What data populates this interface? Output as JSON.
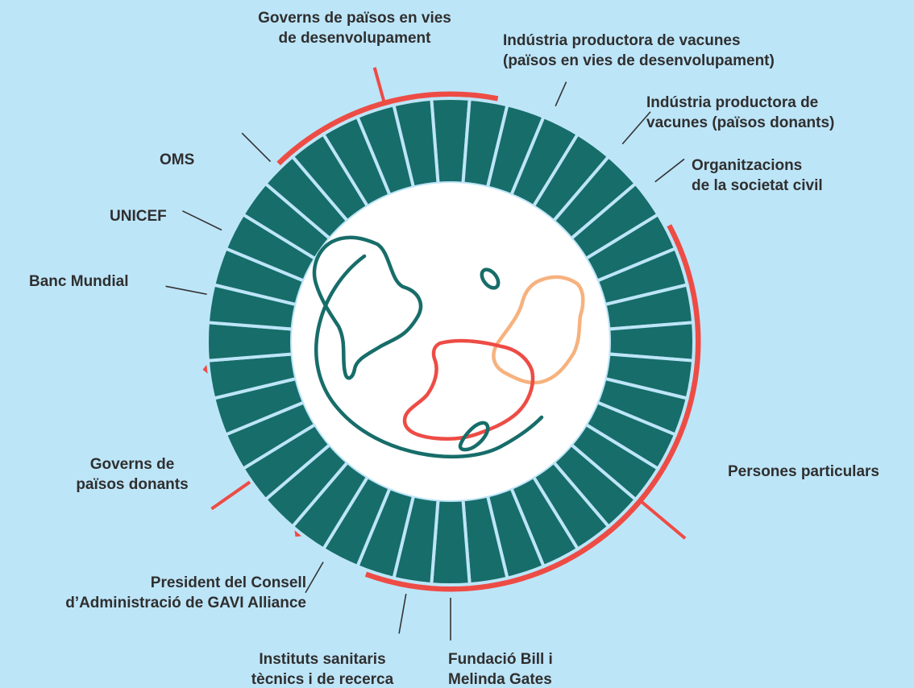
{
  "colors": {
    "background": "#bde5f8",
    "segment_fill": "#176d69",
    "segment_gap": "#bde5f8",
    "red_accent": "#ed4c45",
    "orange_accent": "#f6b27e",
    "globe_fill": "#ffffff",
    "label_text": "#2f2f2f",
    "leader_line": "#333333"
  },
  "ring": {
    "segment_count": 40
  },
  "labels": {
    "governs_dev": [
      "Governs de països en vies",
      "de desenvolupament"
    ],
    "industria_dev": [
      "Indústria productora de vacunes",
      "(països en vies de desenvolupament)"
    ],
    "industria_donants": [
      "Indústria productora de",
      "vacunes (països donants)"
    ],
    "organitzacions": [
      "Organitzacions",
      "de la societat civil"
    ],
    "oms": [
      "OMS"
    ],
    "unicef": [
      "UNICEF"
    ],
    "banc_mundial": [
      "Banc Mundial"
    ],
    "persones": [
      "Persones particulars"
    ],
    "governs_donants": [
      "Governs de",
      "països donants"
    ],
    "president": [
      "President del Consell",
      "d’Administració de GAVI Alliance"
    ],
    "instituts": [
      "Instituts sanitaris",
      "tècnics i de recerca"
    ],
    "fundacio": [
      "Fundació Bill i",
      "Melinda Gates"
    ]
  }
}
